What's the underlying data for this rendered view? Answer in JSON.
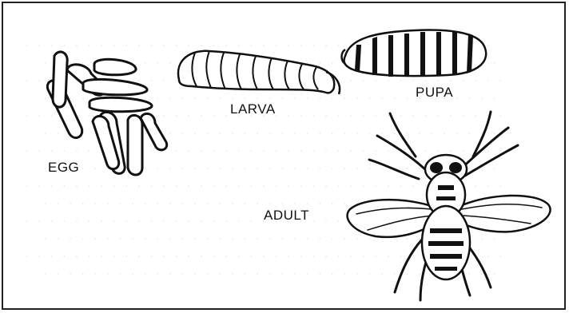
{
  "labels": {
    "egg": "EGG",
    "larva": "LARVA",
    "pupa": "PUPA",
    "adult": "ADULT"
  }
}
